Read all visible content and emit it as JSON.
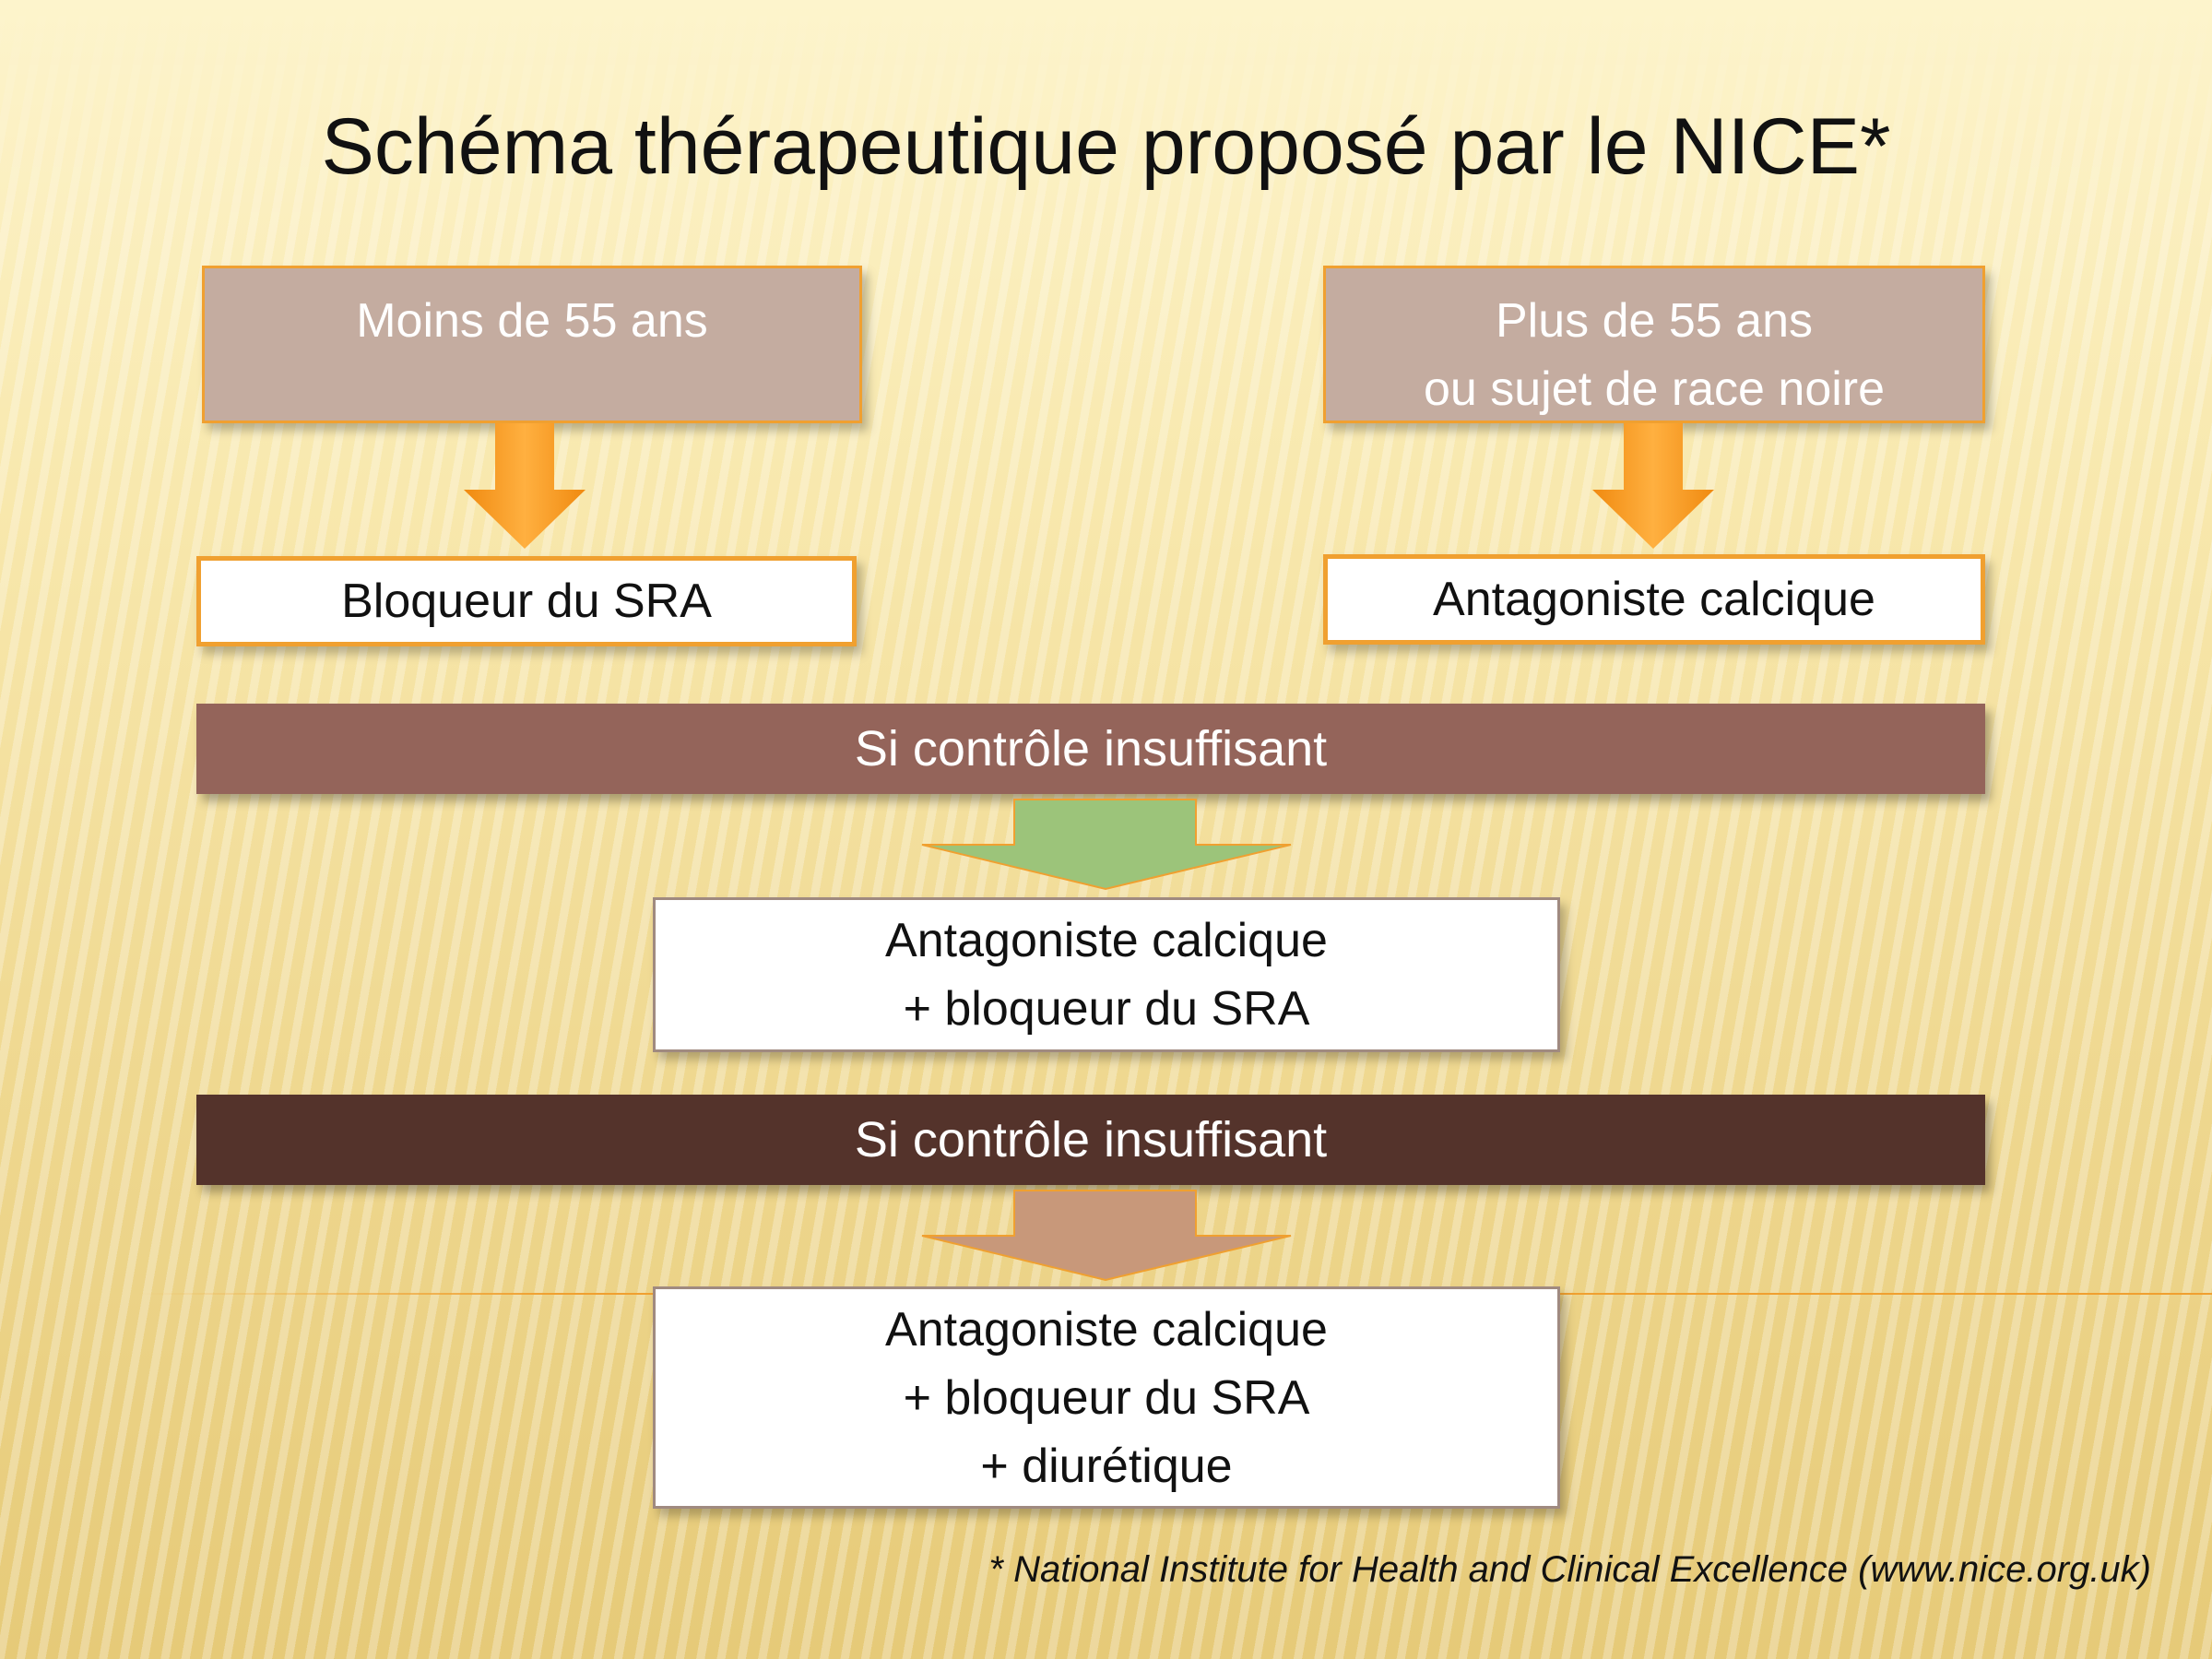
{
  "title": "Schéma thérapeutique proposé par le NICE*",
  "groups": [
    {
      "label_lines": [
        "Moins de 55 ans"
      ],
      "treatment": "Bloqueur du SRA"
    },
    {
      "label_lines": [
        "Plus de 55 ans",
        "ou sujet de race noire"
      ],
      "treatment": "Antagoniste calcique"
    }
  ],
  "step2": {
    "condition": "Si contrôle insuffisant",
    "treatment_lines": [
      "Antagoniste calcique",
      "+ bloqueur du SRA"
    ]
  },
  "step3": {
    "condition": "Si contrôle insuffisant",
    "treatment_lines": [
      "Antagoniste calcique",
      "+ bloqueur du SRA",
      "+ diurétique"
    ]
  },
  "footnote": "* National Institute for Health and Clinical Excellence (www.nice.org.uk)",
  "colors": {
    "orange": "#f0a030",
    "bar1": "#94645a",
    "bar2": "#54332b",
    "green_arrow": "#9cc47a",
    "tan_arrow": "#c8987a"
  }
}
